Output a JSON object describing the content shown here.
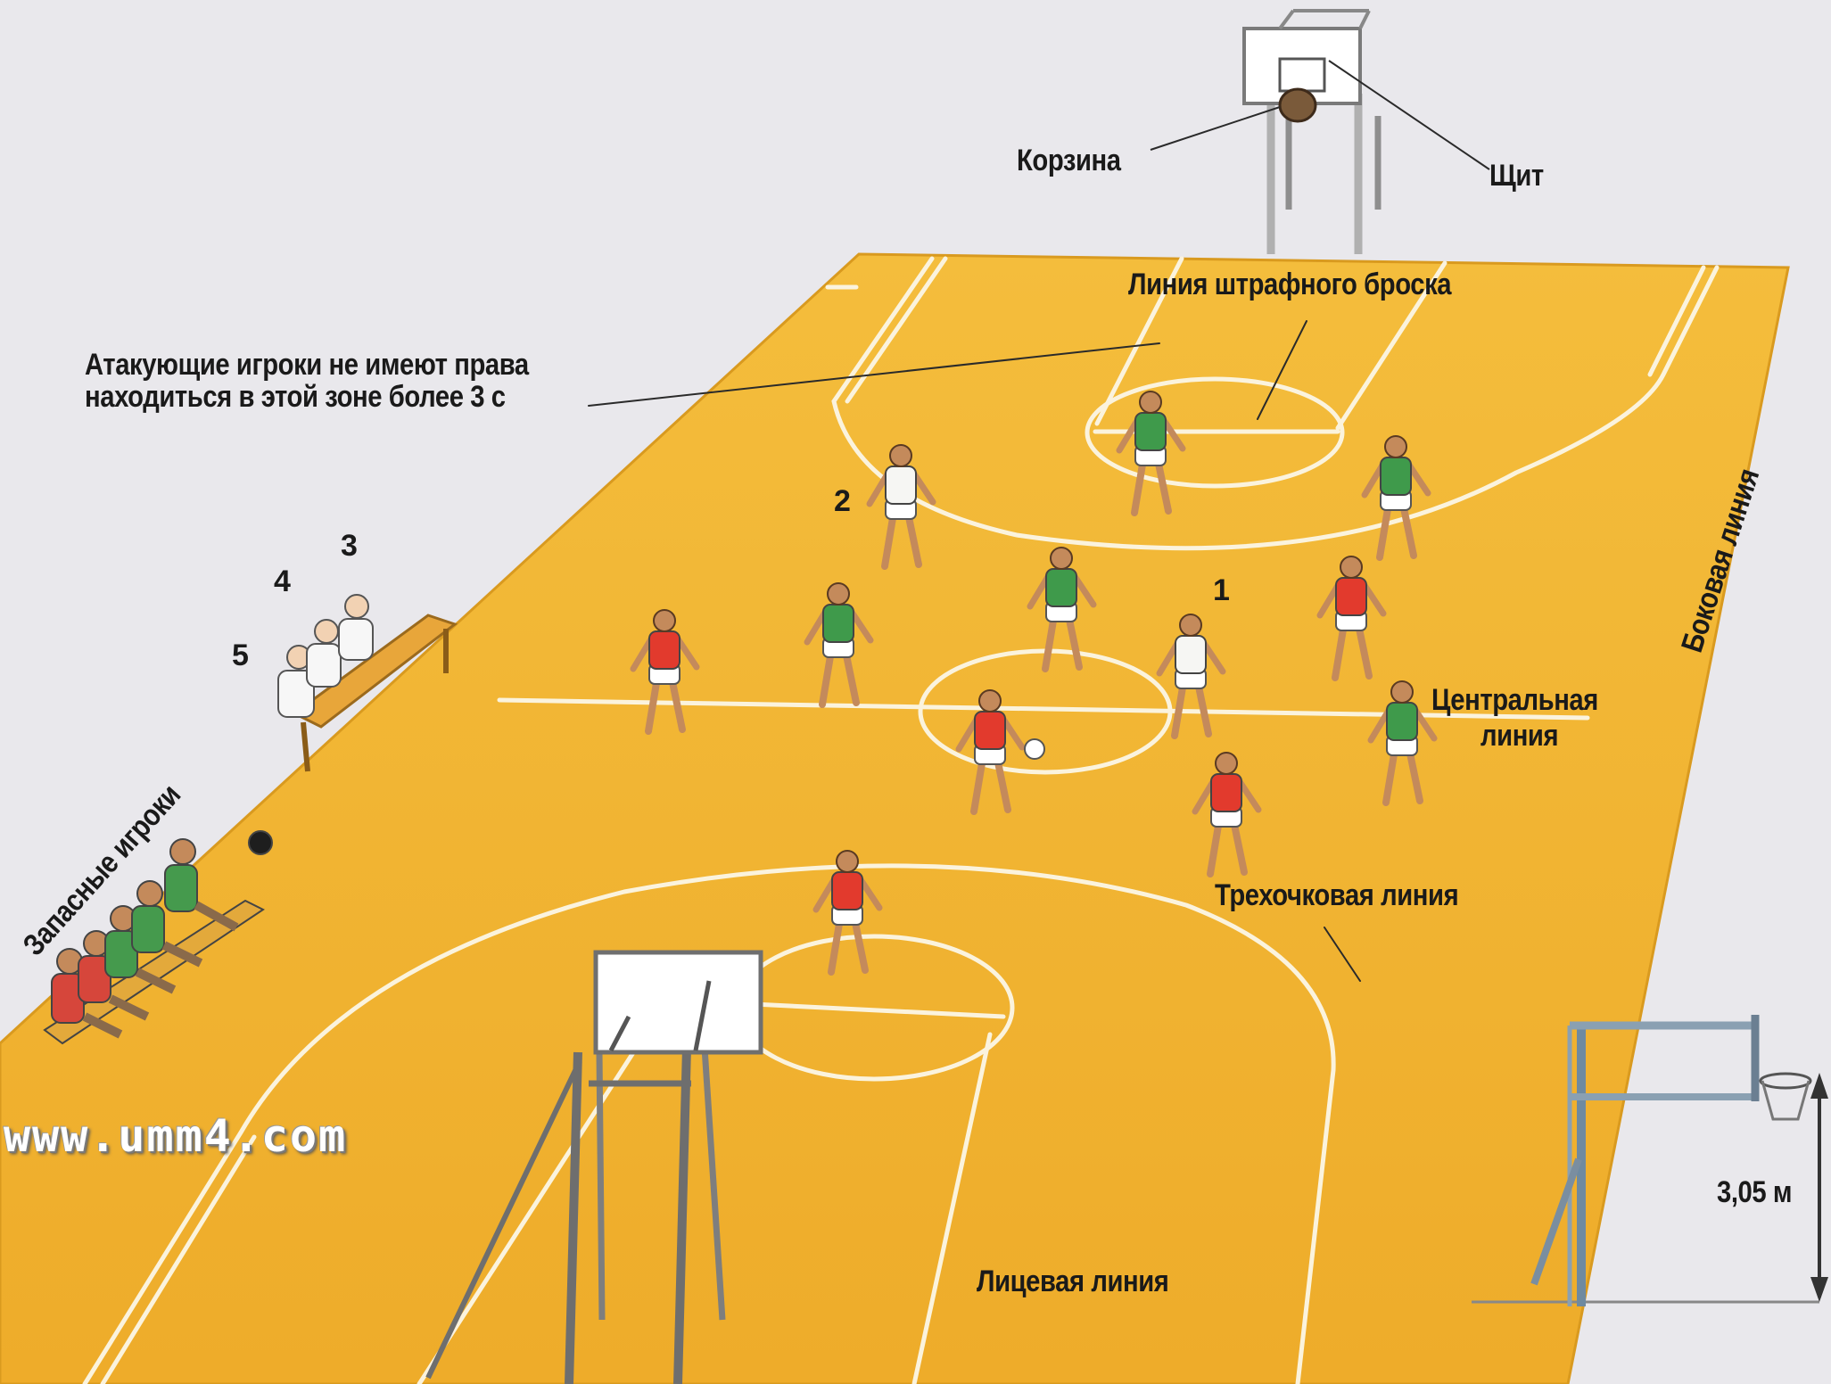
{
  "labels": {
    "basket": "Корзина",
    "backboard": "Щит",
    "free_throw_line": "Линия штрафного броска",
    "restricted_zone_line1": "Атакующие игроки не имеют права",
    "restricted_zone_line2": "находиться в этой зоне более 3 с",
    "sideline": "Боковая линия",
    "center_line_1": "Центральная",
    "center_line_2": "линия",
    "three_point_line": "Трехочковая линия",
    "end_line": "Лицевая линия",
    "substitutes": "Запасные игроки",
    "hoop_height": "3,05 м"
  },
  "numbers": {
    "n1": "1",
    "n2": "2",
    "n3": "3",
    "n4": "4",
    "n5": "5"
  },
  "watermark": "www.umm4.com",
  "colors": {
    "court": "#f2b531",
    "court_lines": "#fbf3dd",
    "team_red": "#e23a2d",
    "team_green": "#3f9a4b",
    "team_white": "#f6f6f3",
    "background": "#e9e8ec"
  }
}
